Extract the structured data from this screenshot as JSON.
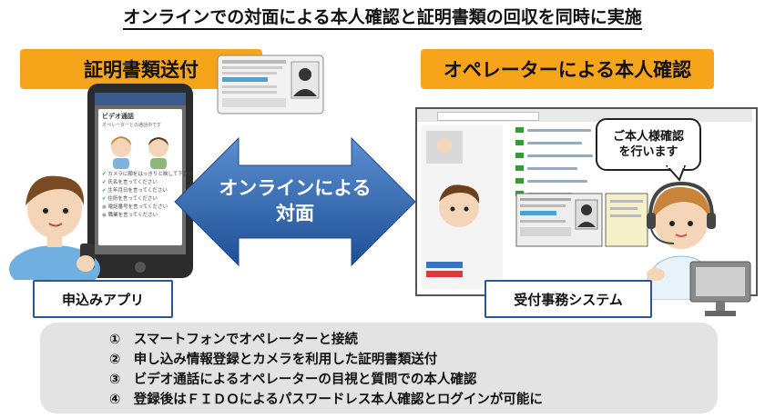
{
  "title": "オンラインでの対面による本人確認と証明書類の回収を同時に実施",
  "left_panel": {
    "heading": "証明書類送付",
    "label": "申込みアプリ",
    "phone": {
      "card_title": "ビデオ通話",
      "card_subtitle": "オペレーターとの通話中です",
      "checks": [
        "カメラに顔をはっきりと映して下さい",
        "氏名を言ってください",
        "生年月日を言ってください",
        "住所を言ってください",
        "電話番号を言ってください",
        "職業を言ってください"
      ]
    }
  },
  "arrow": {
    "line1": "オンラインによる",
    "line2": "対面"
  },
  "right_panel": {
    "heading": "オペレーターによる本人確認",
    "label": "受付事務システム",
    "bubble_line1": "ご本人様確認",
    "bubble_line2": "を行います"
  },
  "steps": [
    {
      "num": "①",
      "text": "スマートフォンでオペレーターと接続"
    },
    {
      "num": "②",
      "text": "申し込み情報登録とカメラを利用した証明書類送付"
    },
    {
      "num": "③",
      "text": "ビデオ通話によるオペレーターの目視と質問での本人確認"
    },
    {
      "num": "④",
      "text": "登録後はＦＩＤＯによるパスワードレス本人確認とログインが可能に"
    }
  ],
  "colors": {
    "orange": "#f6a51a",
    "arrow_blue": "#2e63a8",
    "box_border": "#2f5597",
    "list_bg": "#e3e3e3"
  }
}
